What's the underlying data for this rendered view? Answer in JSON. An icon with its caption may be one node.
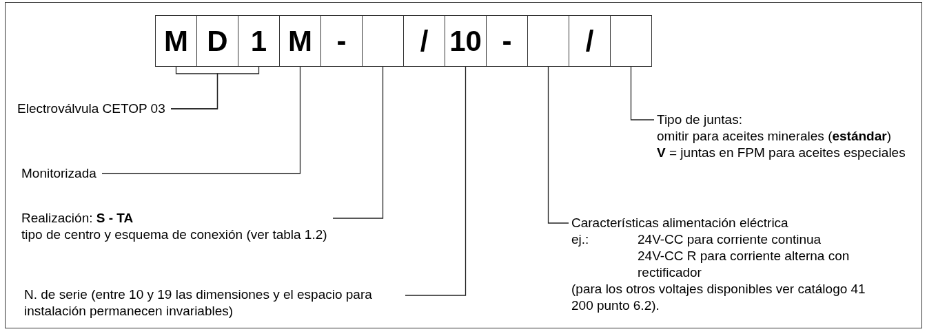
{
  "diagram": {
    "nodes": [
      {
        "text": [
          "M"
        ]
      },
      {
        "text": [
          "D"
        ]
      },
      {
        "text": [
          "1"
        ]
      },
      {
        "text": [
          "M"
        ]
      },
      {
        "text": [
          "-"
        ]
      },
      {
        "text": [],
        "shape": "box"
      },
      {
        "text": [
          "/"
        ]
      },
      {
        "text": [
          "10"
        ]
      },
      {
        "text": [
          "-"
        ]
      },
      {
        "text": [],
        "shape": "box"
      },
      {
        "text": [
          "/"
        ]
      },
      {
        "text": [],
        "shape": "box"
      },
      {
        "text": [
          "Electroválvula CETOP 03"
        ]
      },
      {
        "text": [
          "Monitorizada"
        ]
      },
      {
        "text": [
          "Realización: **S - TA**",
          "tipo de centro y esquema de conexión (ver tabla 1.2)"
        ]
      },
      {
        "text": [
          "N. de serie (entre 10 y 19 las dimensiones y el espacio para instalación permanecen invariables)"
        ]
      },
      {
        "text": [
          "Características alimentación eléctrica",
          "ej.:",
          "24V-CC para corriente continua",
          "24V-CC R para corriente alterna con rectificador",
          "(para los otros voltajes disponibles ver catálogo 41 200 punto 6.2)."
        ]
      },
      {
        "text": [
          "Tipo de juntas:",
          "omitir para aceites minerales (**estándar**)",
          "**V** = juntas en FPM para aceites especiales"
        ]
      }
    ],
    "edges": [
      {
        "from": 12,
        "to": 0,
        "arrow": "none"
      },
      {
        "from": 12,
        "to": 2,
        "arrow": "none"
      },
      {
        "from": 13,
        "to": 3,
        "arrow": "none"
      },
      {
        "from": 14,
        "to": 5,
        "arrow": "none"
      },
      {
        "from": 15,
        "to": 7,
        "arrow": "none"
      },
      {
        "from": 16,
        "to": 9,
        "arrow": "none"
      },
      {
        "from": 17,
        "to": 11,
        "arrow": "none"
      }
    ]
  }
}
